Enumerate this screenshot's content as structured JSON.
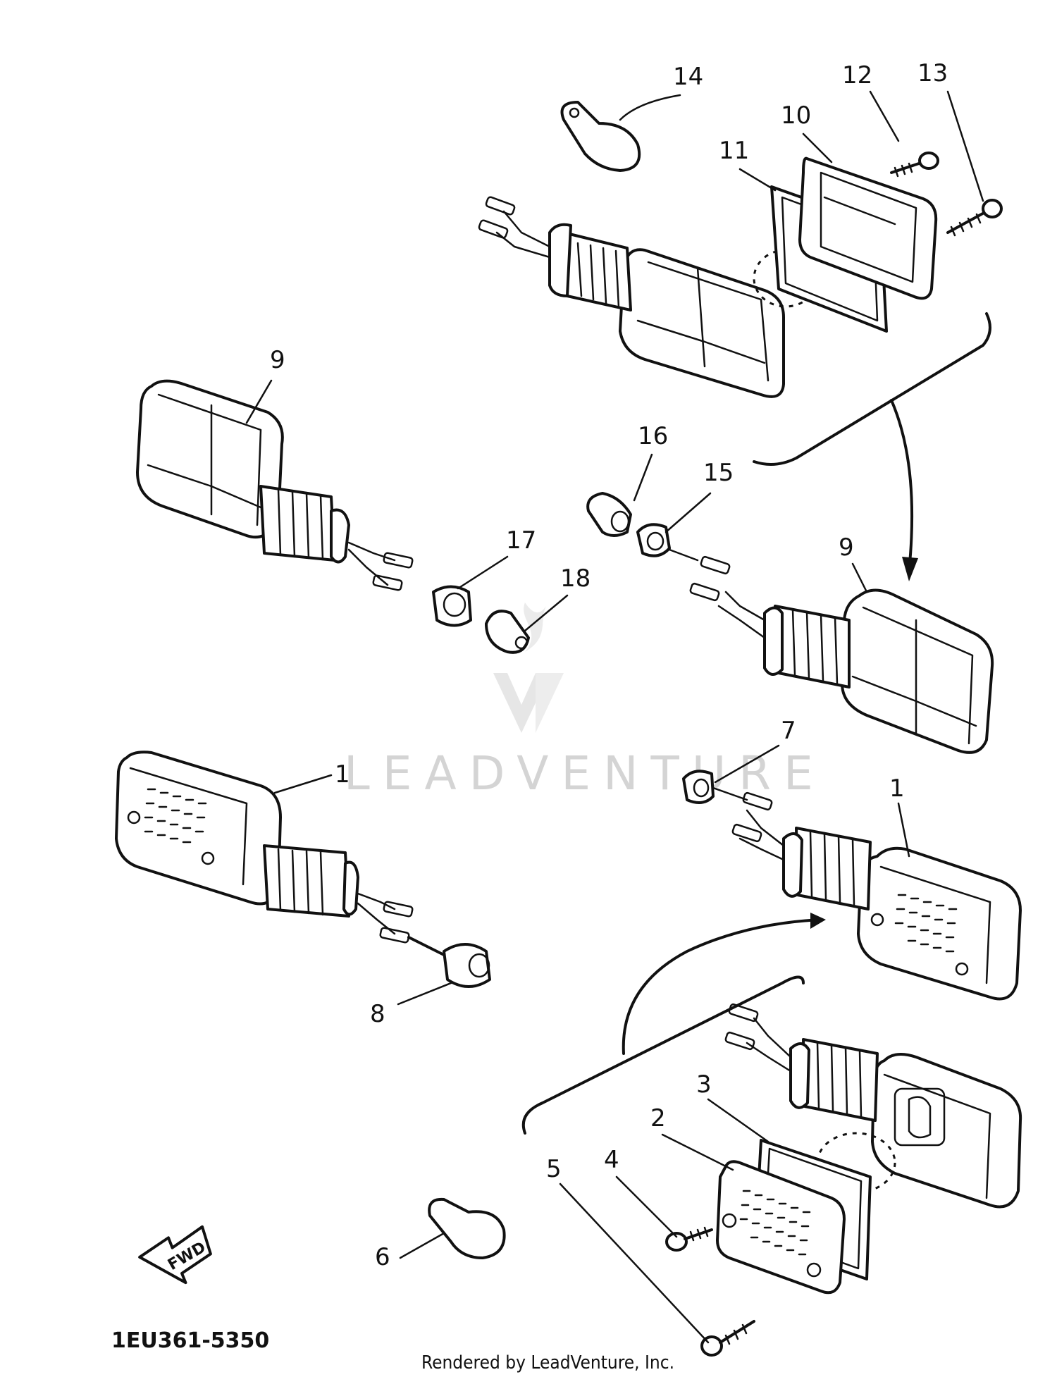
{
  "diagram": {
    "callouts": [
      {
        "id": "c14",
        "label": "14"
      },
      {
        "id": "c12",
        "label": "12"
      },
      {
        "id": "c13",
        "label": "13"
      },
      {
        "id": "c10",
        "label": "10"
      },
      {
        "id": "c11",
        "label": "11"
      },
      {
        "id": "c9a",
        "label": "9"
      },
      {
        "id": "c16",
        "label": "16"
      },
      {
        "id": "c15",
        "label": "15"
      },
      {
        "id": "c17",
        "label": "17"
      },
      {
        "id": "c18",
        "label": "18"
      },
      {
        "id": "c9b",
        "label": "9"
      },
      {
        "id": "c7",
        "label": "7"
      },
      {
        "id": "c1a",
        "label": "1"
      },
      {
        "id": "c1b",
        "label": "1"
      },
      {
        "id": "c8",
        "label": "8"
      },
      {
        "id": "c3",
        "label": "3"
      },
      {
        "id": "c2",
        "label": "2"
      },
      {
        "id": "c4",
        "label": "4"
      },
      {
        "id": "c5",
        "label": "5"
      },
      {
        "id": "c6",
        "label": "6"
      }
    ],
    "fwd_label": "FWD",
    "diagram_code": "1EU361-5350",
    "credit": "Rendered by LeadVenture, Inc.",
    "watermark": "LEADVENTURE"
  }
}
